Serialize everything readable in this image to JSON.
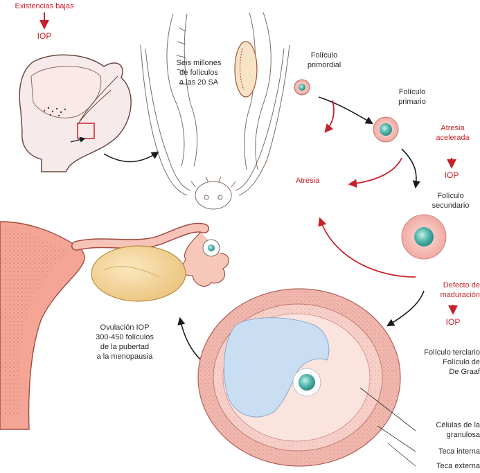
{
  "colors": {
    "red_accent": "#c8202a",
    "outline": "#6a4a40",
    "follicle_pink": "#f3b8b3",
    "antrum_blue": "#c9def2",
    "oocyte_teal": "#3aa7a0",
    "ovary_yellow": "#f4d79a",
    "uterus_red": "#e77f6e"
  },
  "labels": {
    "existencias_bajas": "Existencias bajas",
    "iop_top": "IOP",
    "seis_millones": [
      "Seis millones",
      "de folículos",
      "a las 20 SA"
    ],
    "foliculo_primordial": [
      "Folículo",
      "primordial"
    ],
    "foliculo_primario": [
      "Folículo",
      "primario"
    ],
    "atresia_acelerada": [
      "Atresia",
      "acelerada"
    ],
    "iop_atresia": "IOP",
    "atresia": "Atresia",
    "foliculo_secundario": [
      "Folículo",
      "secundario"
    ],
    "defecto_maduracion": [
      "Defecto de",
      "maduración"
    ],
    "iop_defecto": "IOP",
    "foliculo_terciario": [
      "Folículo terciario",
      "Folículo de",
      "De Graaf"
    ],
    "ovulacion": [
      "Ovulación IOP",
      "300-450 folículos",
      "de la pubertad",
      "a la menopausia"
    ],
    "celulas_granulosa": [
      "Células de la",
      "granulosa"
    ],
    "teca_interna": "Teca interna",
    "teca_externa": "Teca externa"
  },
  "icons": [
    "fetus-uterus-icon",
    "fetal-reproductive-tract-icon",
    "primordial-follicle-icon",
    "primary-follicle-icon",
    "secondary-follicle-icon",
    "graafian-follicle-icon",
    "ovary-tube-uterus-icon"
  ]
}
